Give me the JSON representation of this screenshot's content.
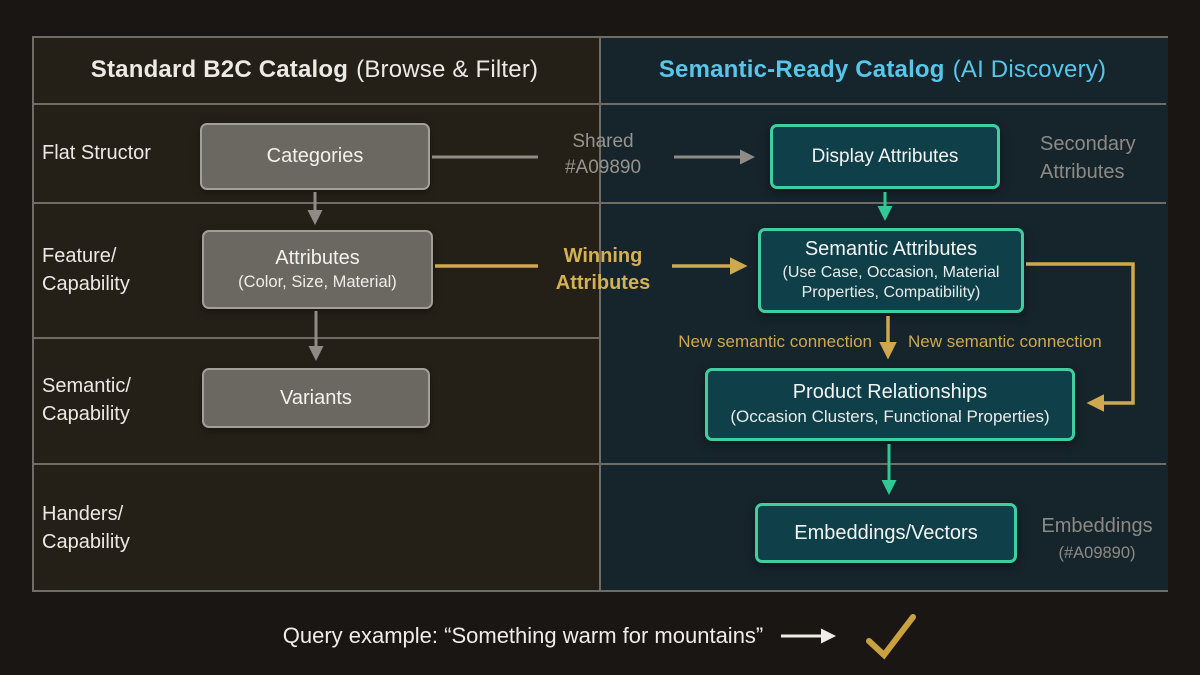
{
  "header": {
    "left_title": "Standard B2C Catalog",
    "left_subtitle": "(Browse & Filter)",
    "right_title": "Semantic-Ready Catalog",
    "right_subtitle": "(AI Discovery)"
  },
  "row_labels": [
    {
      "label": "Flat Structor"
    },
    {
      "label": "Feature/\nCapability"
    },
    {
      "label": "Semantic/\nCapability"
    },
    {
      "label": "Handers/\nCapability"
    }
  ],
  "left_boxes": {
    "categories": {
      "title": "Categories"
    },
    "attributes": {
      "title": "Attributes",
      "subtitle": "(Color, Size, Material)"
    },
    "variants": {
      "title": "Variants"
    }
  },
  "connectors": {
    "shared": "Shared\n#A09890",
    "winning": "Winning\nAttributes",
    "new_semantic_left": "New semantic connection",
    "new_semantic_right": "New semantic connection"
  },
  "right_boxes": {
    "display": {
      "title": "Display Attributes"
    },
    "semantic": {
      "title": "Semantic Attributes",
      "subtitle": "(Use Case, Occasion, Material Properties, Compatibility)"
    },
    "relationships": {
      "title": "Product Relationships",
      "subtitle": "(Occasion Clusters, Functional Properties)"
    },
    "embeddings": {
      "title": "Embeddings/Vectors"
    }
  },
  "side_labels": {
    "secondary": "Secondary\nAttributes",
    "embeddings_line1": "Embeddings",
    "embeddings_line2": "(#A09890)"
  },
  "footer": {
    "query": "Query example: “Something warm for mountains”"
  },
  "colors": {
    "accent_cyan": "#58c6e9",
    "accent_gold": "#cfa84f",
    "accent_mint": "#41ce9e",
    "gray_line": "#8f8c87",
    "grid_line": "#6f6c65"
  }
}
